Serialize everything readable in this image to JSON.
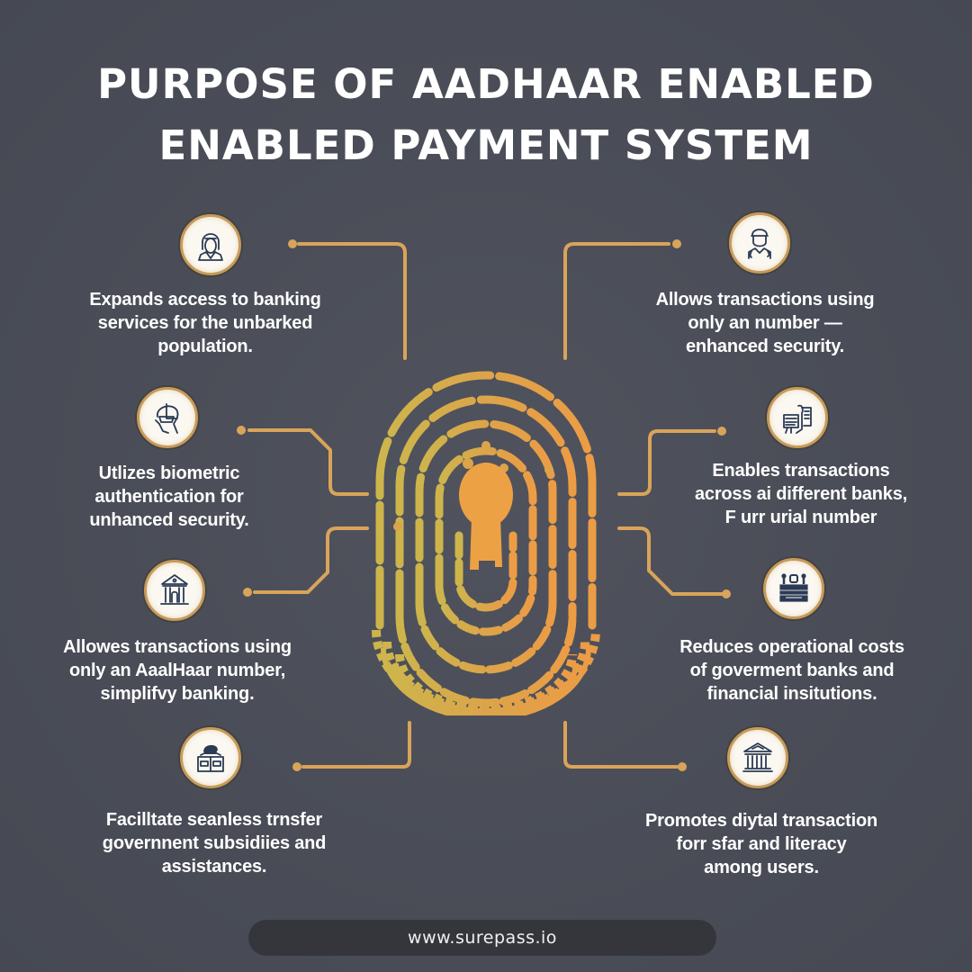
{
  "title": {
    "line1": "PURPOSE OF AADHAAR ENABLED",
    "line2": "ENABLED PAYMENT SYSTEM"
  },
  "colors": {
    "background": "#4a4d57",
    "accent_gold": "#d9a45a",
    "fingerprint_yellow": "#d6b24a",
    "fingerprint_orange": "#e9a046",
    "icon_stroke": "#2b3a55",
    "icon_bg": "#fbf8f1",
    "footer_bg": "#35363b"
  },
  "center_graphic": {
    "icon": "fingerprint-keyhole-icon"
  },
  "cards": [
    {
      "position": "left-1",
      "icon": "person-icon",
      "lines": [
        "Expands access to banking",
        "services for the unbarked",
        "population."
      ]
    },
    {
      "position": "right-1",
      "icon": "doctor-icon",
      "lines": [
        "Allows transactions using",
        "only an number —",
        "enhanced security."
      ]
    },
    {
      "position": "left-2",
      "icon": "biometric-face-icon",
      "lines": [
        "Utlizes biometric",
        "authentication for",
        "unhanced security."
      ]
    },
    {
      "position": "right-2",
      "icon": "document-transfer-icon",
      "lines": [
        "Enables transactions",
        "across ai different banks,",
        "F urr urial number"
      ]
    },
    {
      "position": "left-3",
      "icon": "bank-building-icon",
      "lines": [
        "Allowes transactions using",
        "only an AaalHaar number,",
        "simplifvy banking."
      ]
    },
    {
      "position": "right-3",
      "icon": "bank-counter-icon",
      "lines": [
        "Reduces operational costs",
        "of goverment banks and",
        "financial insitutions."
      ]
    },
    {
      "position": "left-4",
      "icon": "subsidy-desk-icon",
      "lines": [
        "Facilltate seanless trnsfer",
        "governnent subsidiies and",
        "assistances."
      ]
    },
    {
      "position": "right-4",
      "icon": "government-building-icon",
      "lines": [
        "Promotes diytal transaction",
        "forr sfar and literacy",
        "among users."
      ]
    }
  ],
  "footer": {
    "url": "www.surepass.io"
  }
}
